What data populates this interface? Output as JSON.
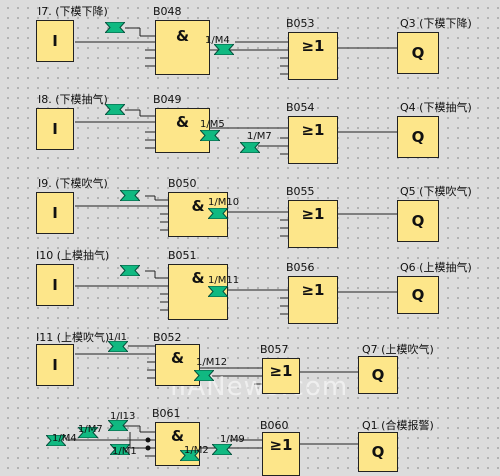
{
  "colors": {
    "block_fill": "#fde68a",
    "connector": "#10b981",
    "background": "#dcdcdc"
  },
  "watermark": "IIANews.com",
  "inputs": [
    {
      "label": "I7. (下模下降)",
      "symbol": "I"
    },
    {
      "label": "I8. (下模抽气)",
      "symbol": "I"
    },
    {
      "label": "I9. (下模吹气)",
      "symbol": "I"
    },
    {
      "label": "I10 (上模抽气)",
      "symbol": "I"
    },
    {
      "label": "I11 (上模吹气)",
      "symbol": "I"
    }
  ],
  "and_blocks": [
    {
      "label": "B048",
      "symbol": "&"
    },
    {
      "label": "B049",
      "symbol": "&"
    },
    {
      "label": "B050",
      "symbol": "&"
    },
    {
      "label": "B051",
      "symbol": "&"
    },
    {
      "label": "B052",
      "symbol": "&"
    },
    {
      "label": "B061",
      "symbol": "&"
    }
  ],
  "or_blocks": [
    {
      "label": "B053",
      "symbol": "≥1"
    },
    {
      "label": "B054",
      "symbol": "≥1"
    },
    {
      "label": "B055",
      "symbol": "≥1"
    },
    {
      "label": "B056",
      "symbol": "≥1"
    },
    {
      "label": "B057",
      "symbol": "≥1"
    },
    {
      "label": "B060",
      "symbol": "≥1"
    }
  ],
  "outputs": [
    {
      "label": "Q3 (下模下降)",
      "symbol": "Q"
    },
    {
      "label": "Q4 (下模抽气)",
      "symbol": "Q"
    },
    {
      "label": "Q5 (下模吹气)",
      "symbol": "Q"
    },
    {
      "label": "Q6 (上模抽气)",
      "symbol": "Q"
    },
    {
      "label": "Q7 (上模吹气)",
      "symbol": "Q"
    },
    {
      "label": "Q1 (合模报警)",
      "symbol": "Q"
    }
  ],
  "markers": {
    "m4": "1/M4",
    "m5": "1/M5",
    "m7": "1/M7",
    "m10": "1/M10",
    "m11": "1/M11",
    "m12": "1/M12",
    "i1": "1/I1",
    "i13": "1/I13",
    "m1": "1/M1",
    "m2": "1/M2",
    "m9": "1/M9"
  }
}
